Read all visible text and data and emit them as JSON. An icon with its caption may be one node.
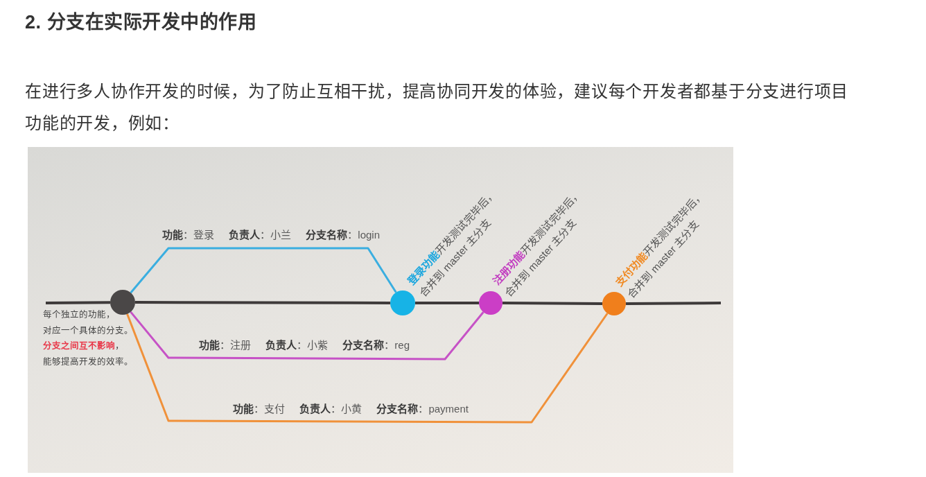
{
  "diagram": {
    "title": "2. 分支在实际开发中的作用",
    "nodes": [
      {
        "text": [],
        "shape": "circle",
        "beside": [
          "每个独立的功能，对应一个具体的分支。**分支之间互不影响**，能够提高开发的效率。"
        ]
      },
      {
        "text": [],
        "shape": "circle",
        "beside": [
          "**登录功能**开发测试完毕后，合并到 master 主分支"
        ]
      },
      {
        "text": [],
        "shape": "circle",
        "beside": [
          "**注册功能**开发测试完毕后，合并到 master 主分支"
        ]
      },
      {
        "text": [],
        "shape": "circle",
        "beside": [
          "**支付功能**开发测试完毕后，合并到 master 主分支"
        ]
      }
    ],
    "edges": [
      {
        "from": null,
        "to": 0,
        "arrow": "none"
      },
      {
        "from": 0,
        "to": 1,
        "arrow": "none"
      },
      {
        "from": 1,
        "to": 2,
        "arrow": "none"
      },
      {
        "from": 2,
        "to": 3,
        "arrow": "none"
      },
      {
        "from": 3,
        "to": null,
        "arrow": "none"
      },
      {
        "from": 0,
        "to": 1,
        "arrow": "none",
        "color": "#3aaee0",
        "label": "**功能**：登录 **负责人**：小兰 **分支名称**：login"
      },
      {
        "from": 0,
        "to": 2,
        "arrow": "none",
        "color": "#c652c6",
        "label": "**功能**：注册 **负责人**：小紫 **分支名称**：reg"
      },
      {
        "from": 0,
        "to": 3,
        "arrow": "none",
        "color": "#f0913a",
        "label": "**功能**：支付 **负责人**：小黄 **分支名称**：payment"
      }
    ],
    "labels": [
      "在进行多人协作开发的时候，为了防止互相干扰，提高协同开发的体验，建议每个开发者都基于分支进行项目功能的开发，例如："
    ]
  }
}
